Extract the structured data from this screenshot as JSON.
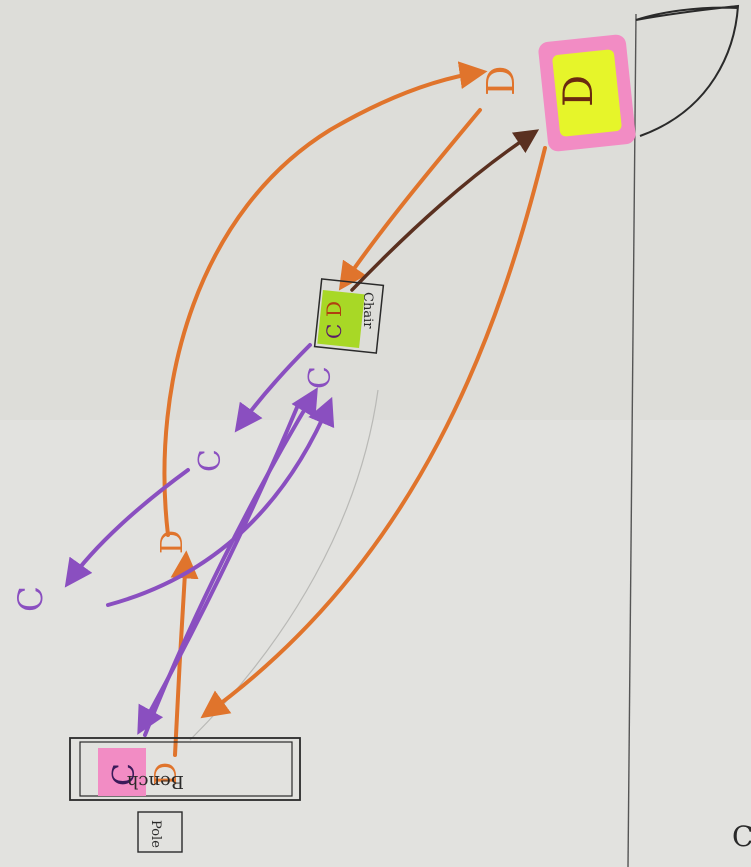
{
  "diagram": {
    "colors": {
      "paper": "#e3e3e0",
      "ink": "#2a2a2a",
      "orange": "#e0742c",
      "purple": "#8a4fc0",
      "pink": "#f28cc4",
      "yellow": "#e6f52a",
      "lime": "#a8d826"
    },
    "labels": {
      "bench": "Bench",
      "chair": "Chair",
      "pole": "Pole",
      "bottom_right_fragment": "C"
    },
    "players": [
      {
        "id": "d-top",
        "letter": "D",
        "marker": "orange"
      },
      {
        "id": "d-top-highlighted",
        "letter": "D",
        "marker": "highlighted"
      },
      {
        "id": "d-chair",
        "letter": "D",
        "marker": "orange"
      },
      {
        "id": "c-chair",
        "letter": "C",
        "marker": "purple"
      },
      {
        "id": "c-right",
        "letter": "C",
        "marker": "purple"
      },
      {
        "id": "c-mid",
        "letter": "C",
        "marker": "purple"
      },
      {
        "id": "d-mid",
        "letter": "D",
        "marker": "orange"
      },
      {
        "id": "c-left",
        "letter": "C",
        "marker": "purple"
      },
      {
        "id": "c-bench",
        "letter": "C",
        "marker": "highlighted"
      },
      {
        "id": "d-bench",
        "letter": "D",
        "marker": "orange"
      }
    ]
  }
}
